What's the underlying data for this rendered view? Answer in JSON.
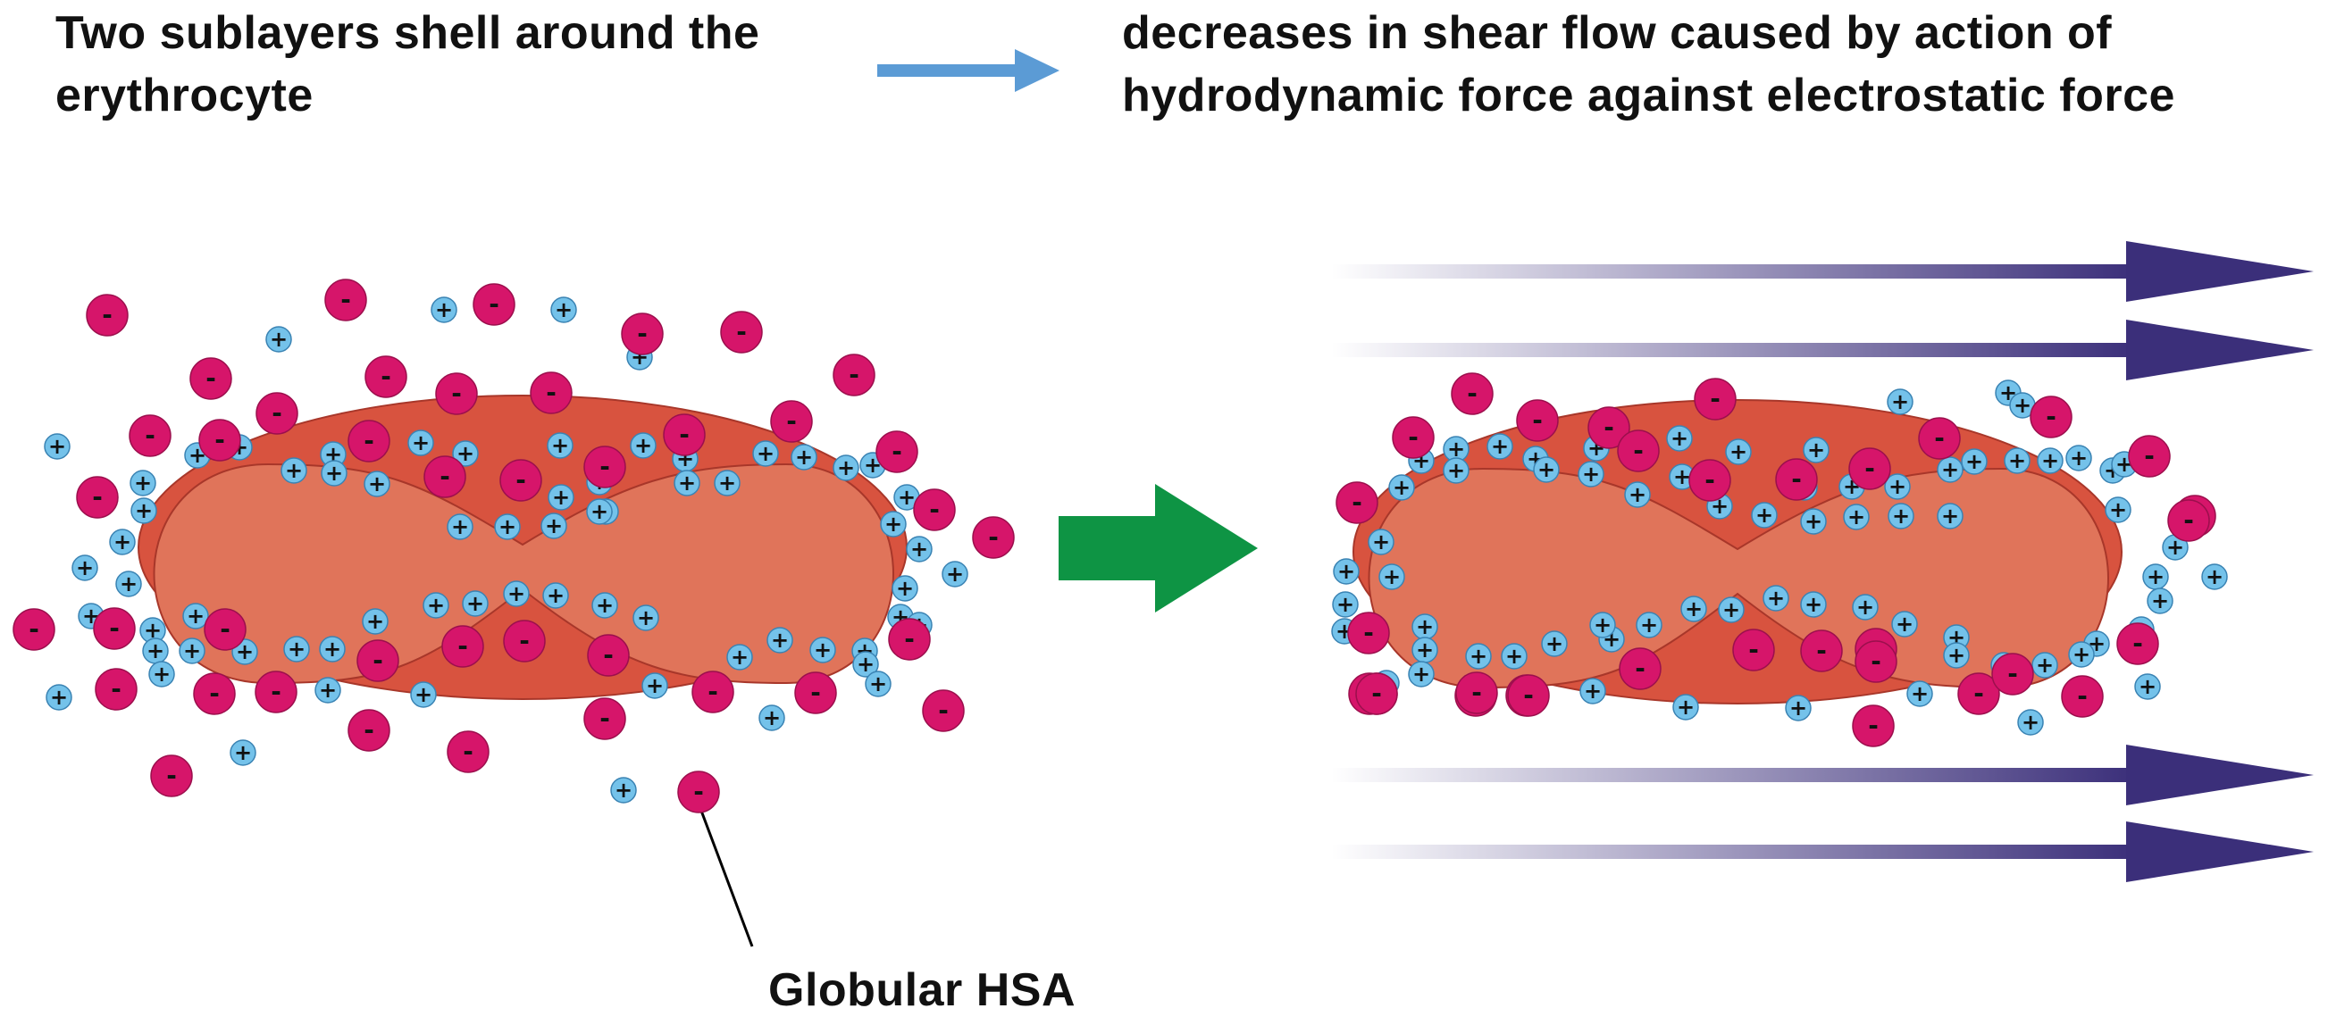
{
  "captions": {
    "left": "Two sublayers shell around the erythrocyte",
    "right": "decreases in shear flow caused by action of hydrodynamic force against electrostatic force"
  },
  "labels": {
    "globular_hsa": "Globular HSA"
  },
  "glyphs": {
    "negative": "-",
    "positive": "+"
  },
  "colors": {
    "cell_outer": "#d8533f",
    "cell_inner": "#e0745a",
    "negative_ion": "#d6156a",
    "positive_ion": "#74c2ea",
    "blue_arrow": "#5b9bd5",
    "green_arrow": "#0e9444",
    "flow_arrow": "#3b2f7a"
  }
}
